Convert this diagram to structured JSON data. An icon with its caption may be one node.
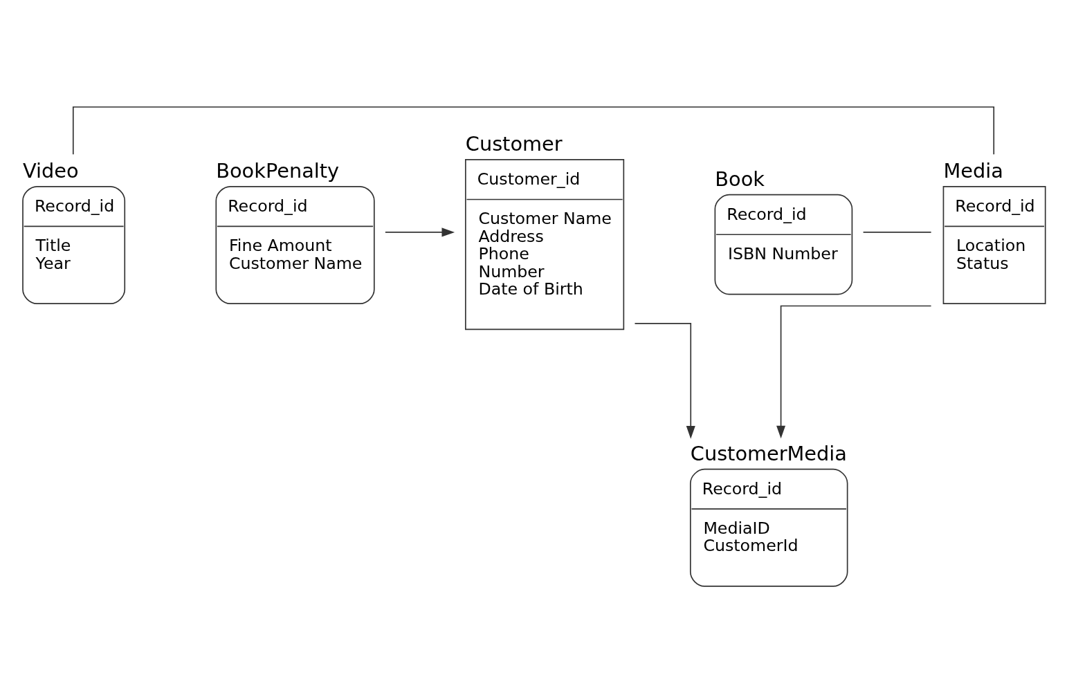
{
  "diagram": {
    "nodes": [
      {
        "text": [
          "Video",
          "Record_id",
          "Title",
          "Year"
        ]
      },
      {
        "text": [
          "Book",
          "Record_id",
          "ISBN Number"
        ]
      },
      {
        "text": [
          "Media",
          "Record_id",
          "Location",
          "Status"
        ]
      },
      {
        "text": [
          "Customer",
          "Customer_id",
          "Customer Name",
          "Address",
          "Phone",
          "Number",
          "Date of Birth"
        ]
      },
      {
        "text": [
          "BookPenalty",
          "Record_id",
          "Fine Amount",
          "Customer Name"
        ]
      },
      {
        "text": [
          "CustomerMedia",
          "Record_id",
          "MediaID",
          "CustomerId"
        ]
      }
    ],
    "edges": [
      {
        "from": 0,
        "to": 2,
        "arrow": "none"
      },
      {
        "from": 1,
        "to": 2,
        "arrow": "none"
      },
      {
        "from": 2,
        "to": 5,
        "arrow": "to"
      },
      {
        "from": 3,
        "to": 5,
        "arrow": "to"
      },
      {
        "from": 4,
        "to": 3,
        "arrow": "to"
      }
    ]
  }
}
